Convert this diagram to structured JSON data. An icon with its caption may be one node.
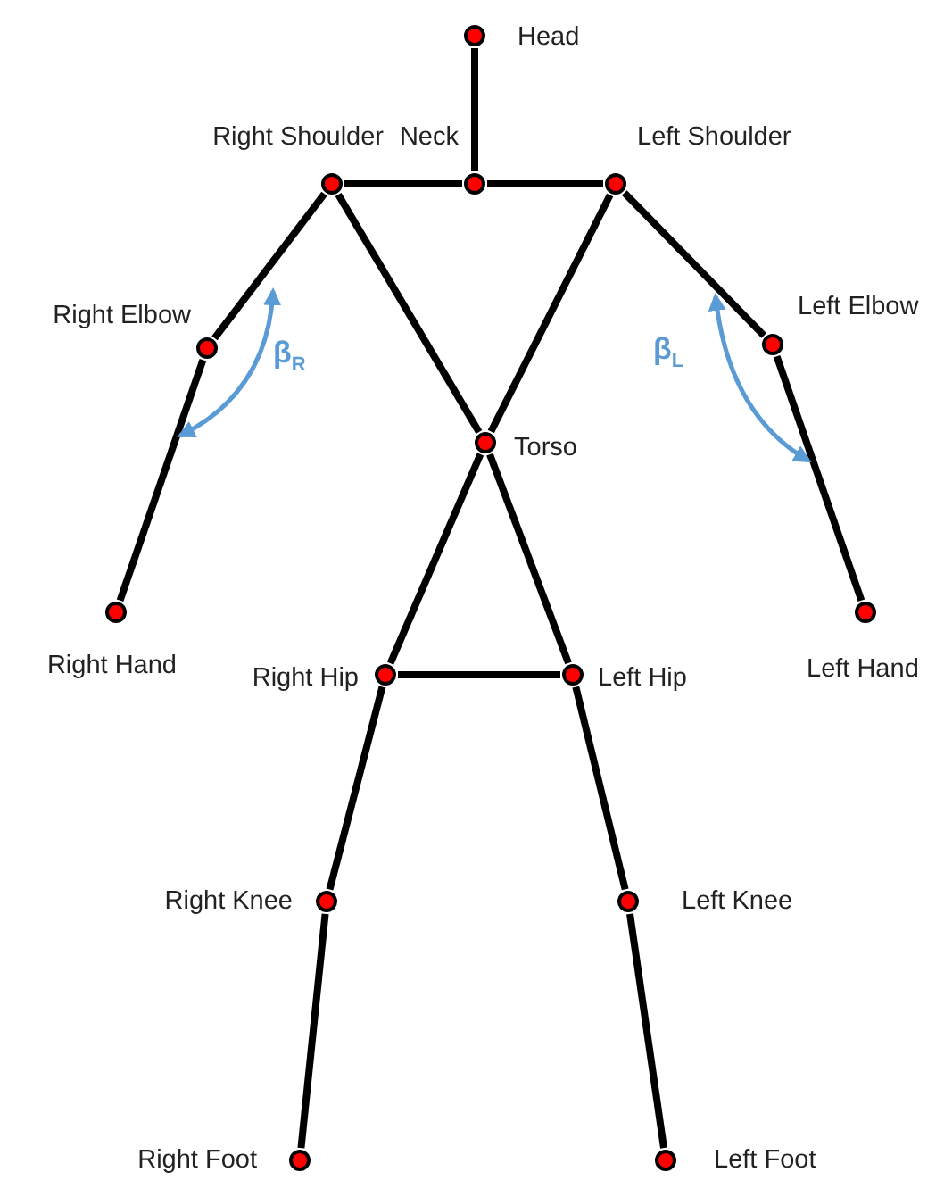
{
  "diagram": {
    "nodes": [
      {
        "text": [],
        "shape": "circle",
        "beside": [
          "Head"
        ]
      },
      {
        "text": [],
        "shape": "circle",
        "beside": [
          "Neck"
        ]
      },
      {
        "text": [],
        "shape": "circle",
        "beside": [
          "Right Shoulder"
        ]
      },
      {
        "text": [],
        "shape": "circle",
        "beside": [
          "Left Shoulder"
        ]
      },
      {
        "text": [],
        "shape": "circle",
        "beside": [
          "Right Elbow"
        ]
      },
      {
        "text": [],
        "shape": "circle",
        "beside": [
          "Left Elbow"
        ]
      },
      {
        "text": [],
        "shape": "circle",
        "beside": [
          "Torso"
        ]
      },
      {
        "text": [],
        "shape": "circle",
        "beside": [
          "Right Hand"
        ]
      },
      {
        "text": [],
        "shape": "circle",
        "beside": [
          "Left Hand"
        ]
      },
      {
        "text": [],
        "shape": "circle",
        "beside": [
          "Right Hip"
        ]
      },
      {
        "text": [],
        "shape": "circle",
        "beside": [
          "Left Hip"
        ]
      },
      {
        "text": [],
        "shape": "circle",
        "beside": [
          "Right Knee"
        ]
      },
      {
        "text": [],
        "shape": "circle",
        "beside": [
          "Left Knee"
        ]
      },
      {
        "text": [],
        "shape": "circle",
        "beside": [
          "Right Foot"
        ]
      },
      {
        "text": [],
        "shape": "circle",
        "beside": [
          "Left Foot"
        ]
      }
    ],
    "edges": [
      {
        "from": 0,
        "to": 1,
        "arrow": "none"
      },
      {
        "from": 2,
        "to": 1,
        "arrow": "none"
      },
      {
        "from": 1,
        "to": 3,
        "arrow": "none"
      },
      {
        "from": 2,
        "to": 4,
        "arrow": "none"
      },
      {
        "from": 4,
        "to": 7,
        "arrow": "none"
      },
      {
        "from": 3,
        "to": 5,
        "arrow": "none"
      },
      {
        "from": 5,
        "to": 8,
        "arrow": "none"
      },
      {
        "from": 2,
        "to": 6,
        "arrow": "none"
      },
      {
        "from": 3,
        "to": 6,
        "arrow": "none"
      },
      {
        "from": 6,
        "to": 9,
        "arrow": "none"
      },
      {
        "from": 6,
        "to": 10,
        "arrow": "none"
      },
      {
        "from": 9,
        "to": 10,
        "arrow": "none"
      },
      {
        "from": 9,
        "to": 11,
        "arrow": "none"
      },
      {
        "from": 11,
        "to": 13,
        "arrow": "none"
      },
      {
        "from": 10,
        "to": 12,
        "arrow": "none"
      },
      {
        "from": 12,
        "to": 14,
        "arrow": "none"
      }
    ],
    "labels": [
      "β$_{R}$",
      "β$_{L}$"
    ]
  }
}
